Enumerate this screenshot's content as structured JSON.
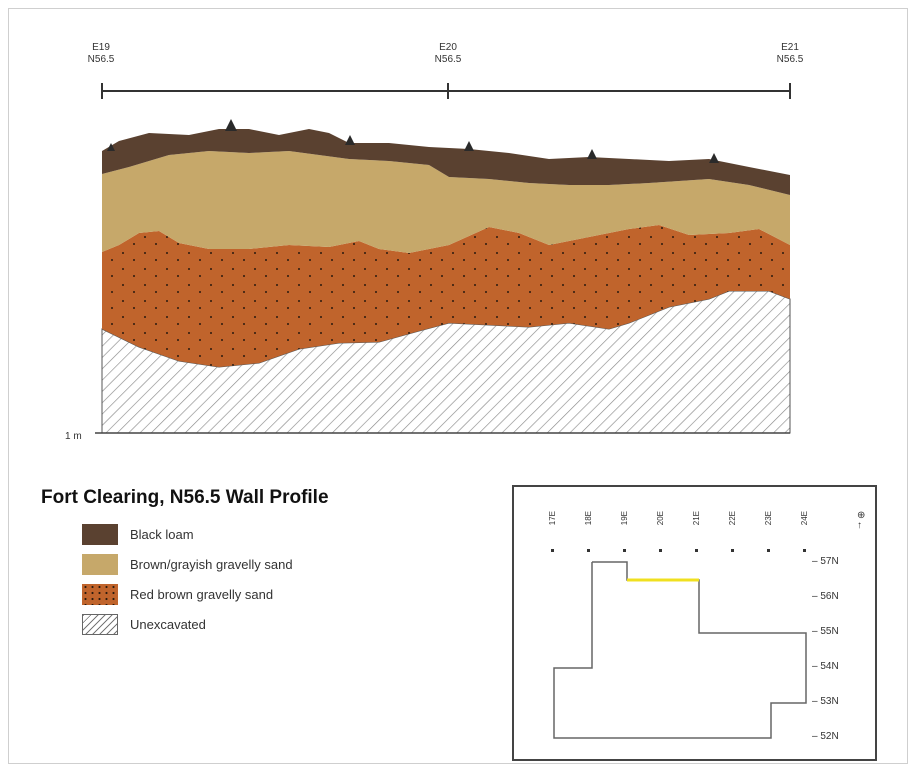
{
  "grid_points": [
    {
      "easting": "E19",
      "northing": "N56.5"
    },
    {
      "easting": "E20",
      "northing": "N56.5"
    },
    {
      "easting": "E21",
      "northing": "N56.5"
    }
  ],
  "depth_scale_label": "1 m",
  "title": "Fort Clearing, N56.5 Wall Profile",
  "legend": [
    {
      "label": "Black loam",
      "color": "#5a4130"
    },
    {
      "label": "Brown/grayish gravelly sand",
      "color": "#c6a86a"
    },
    {
      "label": "Red brown gravelly sand",
      "color": "#c0642c"
    },
    {
      "label": "Unexcavated",
      "color": "#ffffff"
    }
  ],
  "inset_map": {
    "column_labels": [
      "17E",
      "18E",
      "19E",
      "20E",
      "21E",
      "22E",
      "23E",
      "24E"
    ],
    "row_labels": [
      "57N",
      "56N",
      "55N",
      "54N",
      "53N",
      "52N"
    ],
    "highlight_color": "#f0e020",
    "north_icon": "north-arrow-icon"
  }
}
